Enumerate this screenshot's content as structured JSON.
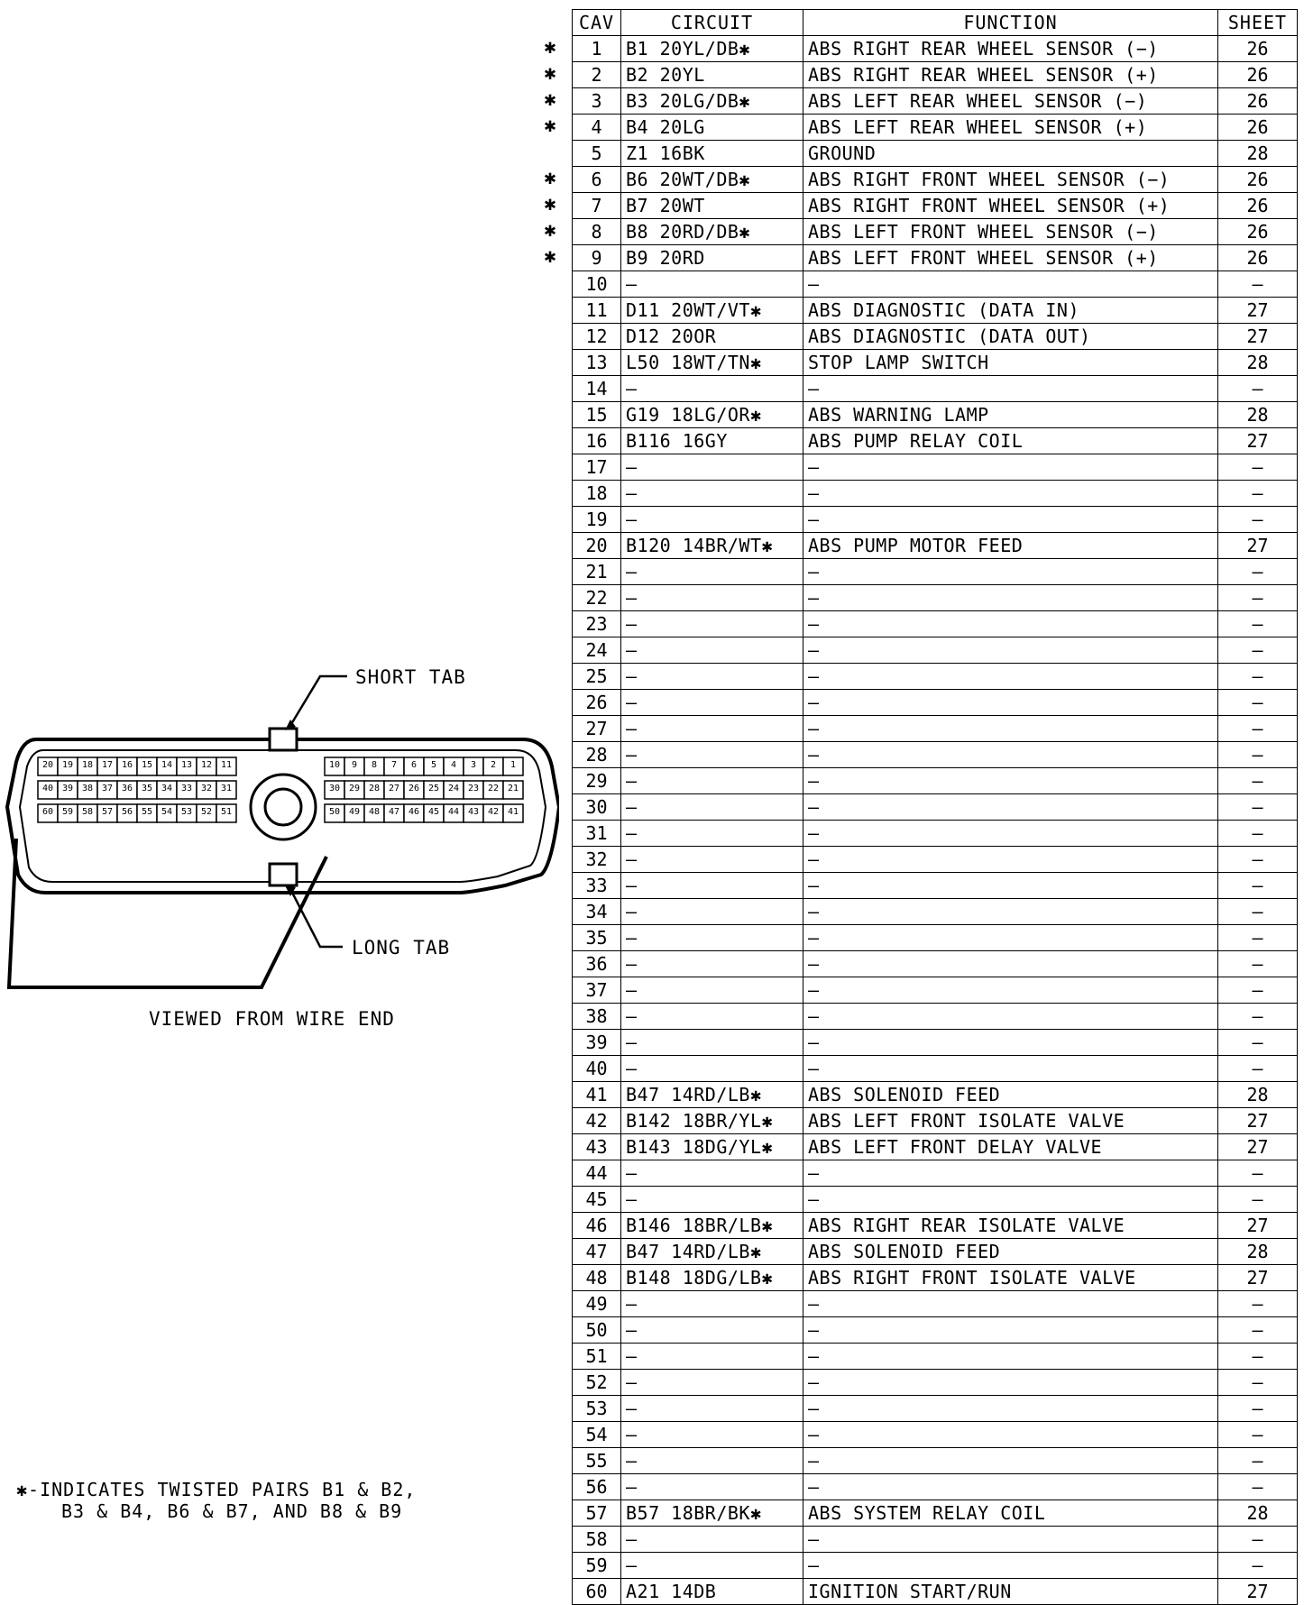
{
  "diagram": {
    "short_tab": "SHORT TAB",
    "long_tab": "LONG TAB",
    "view_caption": "VIEWED FROM WIRE END",
    "left_rows": [
      [
        "20",
        "19",
        "18",
        "17",
        "16",
        "15",
        "14",
        "13",
        "12",
        "11"
      ],
      [
        "40",
        "39",
        "38",
        "37",
        "36",
        "35",
        "34",
        "33",
        "32",
        "31"
      ],
      [
        "60",
        "59",
        "58",
        "57",
        "56",
        "55",
        "54",
        "53",
        "52",
        "51"
      ]
    ],
    "right_rows": [
      [
        "10",
        "9",
        "8",
        "7",
        "6",
        "5",
        "4",
        "3",
        "2",
        "1"
      ],
      [
        "30",
        "29",
        "28",
        "27",
        "26",
        "25",
        "24",
        "23",
        "22",
        "21"
      ],
      [
        "50",
        "49",
        "48",
        "47",
        "46",
        "45",
        "44",
        "43",
        "42",
        "41"
      ]
    ]
  },
  "table": {
    "headers": {
      "cav": "CAV",
      "circuit": "CIRCUIT",
      "function": "FUNCTION",
      "sheet": "SHEET"
    },
    "twisted_marker": "✱",
    "rows": [
      {
        "cav": "1",
        "circuit": "B1  20YL/DB✱",
        "function": "ABS RIGHT REAR WHEEL SENSOR (−)",
        "sheet": "26",
        "twisted": true
      },
      {
        "cav": "2",
        "circuit": "B2  20YL",
        "function": "ABS RIGHT REAR WHEEL SENSOR (+)",
        "sheet": "26",
        "twisted": true
      },
      {
        "cav": "3",
        "circuit": "B3  20LG/DB✱",
        "function": "ABS LEFT REAR WHEEL SENSOR (−)",
        "sheet": "26",
        "twisted": true
      },
      {
        "cav": "4",
        "circuit": "B4  20LG",
        "function": "ABS LEFT REAR WHEEL SENSOR (+)",
        "sheet": "26",
        "twisted": true
      },
      {
        "cav": "5",
        "circuit": "Z1  16BK",
        "function": "GROUND",
        "sheet": "28",
        "twisted": false
      },
      {
        "cav": "6",
        "circuit": "B6  20WT/DB✱",
        "function": "ABS RIGHT FRONT WHEEL SENSOR (−)",
        "sheet": "26",
        "twisted": true
      },
      {
        "cav": "7",
        "circuit": "B7  20WT",
        "function": "ABS RIGHT FRONT WHEEL SENSOR (+)",
        "sheet": "26",
        "twisted": true
      },
      {
        "cav": "8",
        "circuit": "B8  20RD/DB✱",
        "function": "ABS LEFT FRONT WHEEL SENSOR (−)",
        "sheet": "26",
        "twisted": true
      },
      {
        "cav": "9",
        "circuit": "B9  20RD",
        "function": "ABS LEFT FRONT WHEEL SENSOR (+)",
        "sheet": "26",
        "twisted": true
      },
      {
        "cav": "10",
        "circuit": "—",
        "function": "—",
        "sheet": "—",
        "twisted": false
      },
      {
        "cav": "11",
        "circuit": "D11  20WT/VT✱",
        "function": "ABS DIAGNOSTIC (DATA IN)",
        "sheet": "27",
        "twisted": false
      },
      {
        "cav": "12",
        "circuit": "D12  20OR",
        "function": "ABS DIAGNOSTIC (DATA OUT)",
        "sheet": "27",
        "twisted": false
      },
      {
        "cav": "13",
        "circuit": "L50  18WT/TN✱",
        "function": "STOP LAMP SWITCH",
        "sheet": "28",
        "twisted": false
      },
      {
        "cav": "14",
        "circuit": "—",
        "function": "—",
        "sheet": "—",
        "twisted": false
      },
      {
        "cav": "15",
        "circuit": "G19  18LG/OR✱",
        "function": "ABS WARNING LAMP",
        "sheet": "28",
        "twisted": false
      },
      {
        "cav": "16",
        "circuit": "B116  16GY",
        "function": "ABS PUMP RELAY COIL",
        "sheet": "27",
        "twisted": false
      },
      {
        "cav": "17",
        "circuit": "—",
        "function": "—",
        "sheet": "—",
        "twisted": false
      },
      {
        "cav": "18",
        "circuit": "—",
        "function": "—",
        "sheet": "—",
        "twisted": false
      },
      {
        "cav": "19",
        "circuit": "—",
        "function": "—",
        "sheet": "—",
        "twisted": false
      },
      {
        "cav": "20",
        "circuit": "B120  14BR/WT✱",
        "function": "ABS PUMP MOTOR FEED",
        "sheet": "27",
        "twisted": false
      },
      {
        "cav": "21",
        "circuit": "—",
        "function": "—",
        "sheet": "—",
        "twisted": false
      },
      {
        "cav": "22",
        "circuit": "—",
        "function": "—",
        "sheet": "—",
        "twisted": false
      },
      {
        "cav": "23",
        "circuit": "—",
        "function": "—",
        "sheet": "—",
        "twisted": false
      },
      {
        "cav": "24",
        "circuit": "—",
        "function": "—",
        "sheet": "—",
        "twisted": false
      },
      {
        "cav": "25",
        "circuit": "—",
        "function": "—",
        "sheet": "—",
        "twisted": false
      },
      {
        "cav": "26",
        "circuit": "—",
        "function": "—",
        "sheet": "—",
        "twisted": false
      },
      {
        "cav": "27",
        "circuit": "—",
        "function": "—",
        "sheet": "—",
        "twisted": false
      },
      {
        "cav": "28",
        "circuit": "—",
        "function": "—",
        "sheet": "—",
        "twisted": false
      },
      {
        "cav": "29",
        "circuit": "—",
        "function": "—",
        "sheet": "—",
        "twisted": false
      },
      {
        "cav": "30",
        "circuit": "—",
        "function": "—",
        "sheet": "—",
        "twisted": false
      },
      {
        "cav": "31",
        "circuit": "—",
        "function": "—",
        "sheet": "—",
        "twisted": false
      },
      {
        "cav": "32",
        "circuit": "—",
        "function": "—",
        "sheet": "—",
        "twisted": false
      },
      {
        "cav": "33",
        "circuit": "—",
        "function": "—",
        "sheet": "—",
        "twisted": false
      },
      {
        "cav": "34",
        "circuit": "—",
        "function": "—",
        "sheet": "—",
        "twisted": false
      },
      {
        "cav": "35",
        "circuit": "—",
        "function": "—",
        "sheet": "—",
        "twisted": false
      },
      {
        "cav": "36",
        "circuit": "—",
        "function": "—",
        "sheet": "—",
        "twisted": false
      },
      {
        "cav": "37",
        "circuit": "—",
        "function": "—",
        "sheet": "—",
        "twisted": false
      },
      {
        "cav": "38",
        "circuit": "—",
        "function": "—",
        "sheet": "—",
        "twisted": false
      },
      {
        "cav": "39",
        "circuit": "—",
        "function": "—",
        "sheet": "—",
        "twisted": false
      },
      {
        "cav": "40",
        "circuit": "—",
        "function": "—",
        "sheet": "—",
        "twisted": false
      },
      {
        "cav": "41",
        "circuit": "B47  14RD/LB✱",
        "function": "ABS SOLENOID FEED",
        "sheet": "28",
        "twisted": false
      },
      {
        "cav": "42",
        "circuit": "B142  18BR/YL✱",
        "function": "ABS LEFT FRONT ISOLATE VALVE",
        "sheet": "27",
        "twisted": false
      },
      {
        "cav": "43",
        "circuit": "B143  18DG/YL✱",
        "function": "ABS LEFT FRONT DELAY VALVE",
        "sheet": "27",
        "twisted": false
      },
      {
        "cav": "44",
        "circuit": "—",
        "function": "—",
        "sheet": "—",
        "twisted": false
      },
      {
        "cav": "45",
        "circuit": "—",
        "function": "—",
        "sheet": "—",
        "twisted": false
      },
      {
        "cav": "46",
        "circuit": "B146  18BR/LB✱",
        "function": "ABS RIGHT REAR ISOLATE VALVE",
        "sheet": "27",
        "twisted": false
      },
      {
        "cav": "47",
        "circuit": "B47  14RD/LB✱",
        "function": "ABS SOLENOID FEED",
        "sheet": "28",
        "twisted": false
      },
      {
        "cav": "48",
        "circuit": "B148  18DG/LB✱",
        "function": "ABS RIGHT FRONT ISOLATE VALVE",
        "sheet": "27",
        "twisted": false
      },
      {
        "cav": "49",
        "circuit": "—",
        "function": "—",
        "sheet": "—",
        "twisted": false
      },
      {
        "cav": "50",
        "circuit": "—",
        "function": "—",
        "sheet": "—",
        "twisted": false
      },
      {
        "cav": "51",
        "circuit": "—",
        "function": "—",
        "sheet": "—",
        "twisted": false
      },
      {
        "cav": "52",
        "circuit": "—",
        "function": "—",
        "sheet": "—",
        "twisted": false
      },
      {
        "cav": "53",
        "circuit": "—",
        "function": "—",
        "sheet": "—",
        "twisted": false
      },
      {
        "cav": "54",
        "circuit": "—",
        "function": "—",
        "sheet": "—",
        "twisted": false
      },
      {
        "cav": "55",
        "circuit": "—",
        "function": "—",
        "sheet": "—",
        "twisted": false
      },
      {
        "cav": "56",
        "circuit": "—",
        "function": "—",
        "sheet": "—",
        "twisted": false
      },
      {
        "cav": "57",
        "circuit": "B57  18BR/BK✱",
        "function": "ABS SYSTEM RELAY COIL",
        "sheet": "28",
        "twisted": false
      },
      {
        "cav": "58",
        "circuit": "—",
        "function": "—",
        "sheet": "—",
        "twisted": false
      },
      {
        "cav": "59",
        "circuit": "—",
        "function": "—",
        "sheet": "—",
        "twisted": false
      },
      {
        "cav": "60",
        "circuit": "A21  14DB",
        "function": "IGNITION START/RUN",
        "sheet": "27",
        "twisted": false
      }
    ]
  },
  "footnote": {
    "line1": "✱-INDICATES TWISTED PAIRS B1 & B2,",
    "line2": "B3 & B4, B6 & B7, AND B8 & B9"
  }
}
